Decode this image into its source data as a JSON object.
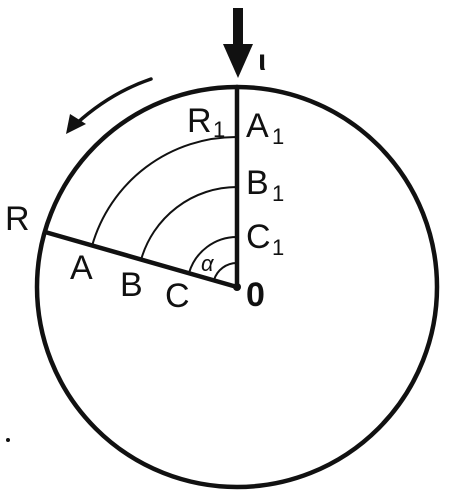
{
  "labels": {
    "outer_point_a": "R",
    "outer_point_b": "R",
    "outer_point_b_sub": "1",
    "point_a_lower": "A",
    "point_b_lower": "B",
    "point_c_lower": "C",
    "point_a_upper": "A",
    "point_a_upper_sub": "1",
    "point_b_upper": "B",
    "point_b_upper_sub": "1",
    "point_c_upper": "C",
    "point_c_upper_sub": "1",
    "center": "0",
    "angle": "α",
    "arrow_marker": "ι"
  },
  "icons": {
    "incoming_arrow": "arrow-down-icon",
    "rotation_arrow": "curved-arrow-icon"
  },
  "colors": {
    "ink": "#111111",
    "background": "#ffffff"
  }
}
